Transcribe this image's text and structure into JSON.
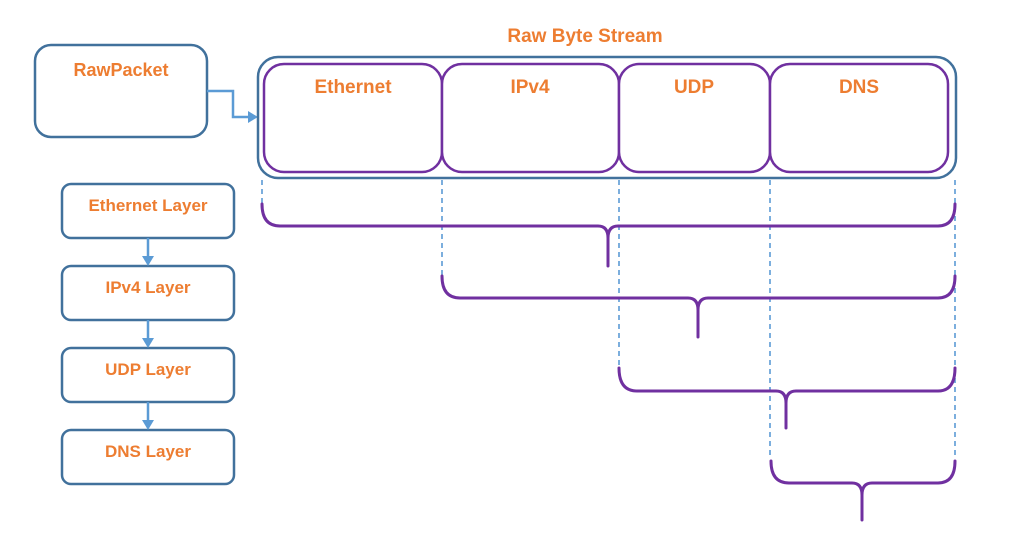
{
  "diagram": {
    "title": "Raw Byte Stream",
    "raw_packet_label": "RawPacket",
    "segments": [
      "Ethernet",
      "IPv4",
      "UDP",
      "DNS"
    ],
    "layers": [
      "Ethernet Layer",
      "IPv4 Layer",
      "UDP Layer",
      "DNS Layer"
    ]
  },
  "colors": {
    "label_orange": "#ED7D31",
    "box_blue": "#41719C",
    "segment_purple": "#7030A0",
    "arrow_blue": "#5B9BD5"
  }
}
